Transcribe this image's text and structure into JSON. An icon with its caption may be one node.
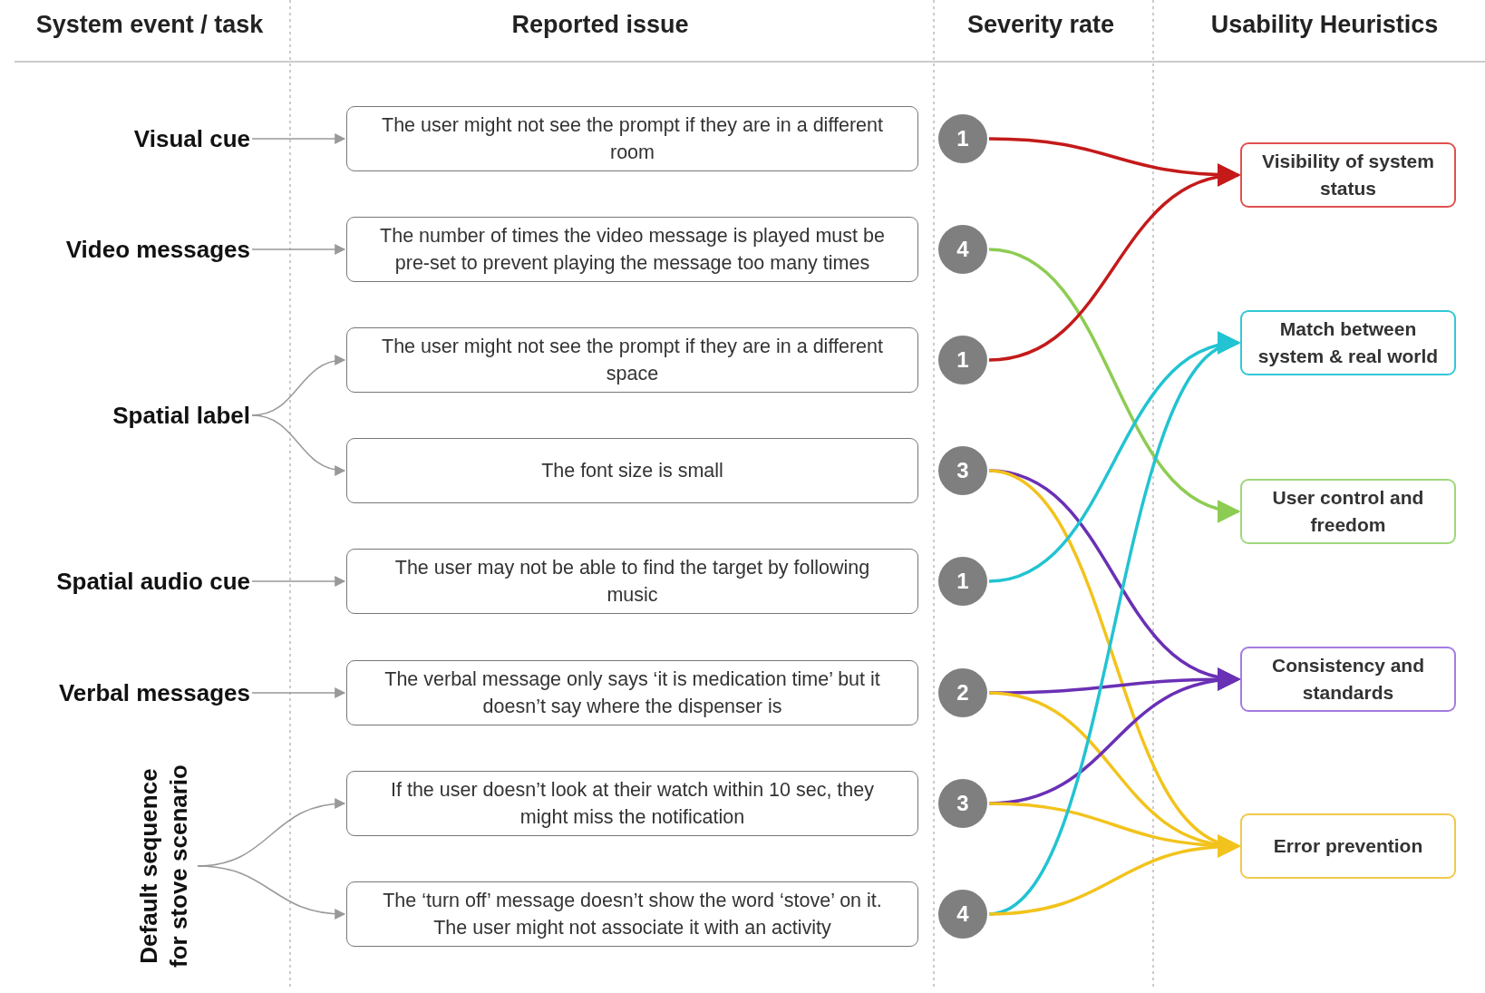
{
  "diagram": {
    "nodes": [
      {
        "text": [
          "Visual cue"
        ]
      },
      {
        "text": [
          "Video messages"
        ]
      },
      {
        "text": [
          "Spatial label"
        ]
      },
      {
        "text": [
          "Spatial audio cue"
        ]
      },
      {
        "text": [
          "Verbal messages"
        ]
      },
      {
        "text": [
          "Default sequence for stove scenario"
        ]
      },
      {
        "text": [
          "The user might not see the prompt if they are in a different room"
        ]
      },
      {
        "text": [
          "The number of times the video message is played must be pre-set to prevent playing the message too many times"
        ]
      },
      {
        "text": [
          "The user might not see the prompt if they are in a different space"
        ]
      },
      {
        "text": [
          "The font size is small"
        ]
      },
      {
        "text": [
          "The user may not be able to find the target by following music"
        ]
      },
      {
        "text": [
          "The verbal message only says ‘it is medication time’ but it doesn’t say where the dispenser is"
        ]
      },
      {
        "text": [
          "If the user doesn’t look at their watch within 10 sec, they might miss the notification"
        ]
      },
      {
        "text": [
          "The ‘turn off’ message doesn’t show the word ‘stove’ on it. The user might not associate it with an activity"
        ]
      },
      {
        "text": [
          "1"
        ]
      },
      {
        "text": [
          "4"
        ]
      },
      {
        "text": [
          "1"
        ]
      },
      {
        "text": [
          "3"
        ]
      },
      {
        "text": [
          "1"
        ]
      },
      {
        "text": [
          "2"
        ]
      },
      {
        "text": [
          "3"
        ]
      },
      {
        "text": [
          "4"
        ]
      },
      {
        "text": [
          "Visibility of system status"
        ]
      },
      {
        "text": [
          "Match between system & real world"
        ]
      },
      {
        "text": [
          "User control and freedom"
        ]
      },
      {
        "text": [
          "Consistency and standards"
        ]
      },
      {
        "text": [
          "Error prevention"
        ]
      }
    ],
    "edges": [
      {
        "from": 0,
        "to": 6,
        "arrow": "to"
      },
      {
        "from": 1,
        "to": 7,
        "arrow": "to"
      },
      {
        "from": 2,
        "to": 8,
        "arrow": "to"
      },
      {
        "from": 2,
        "to": 9,
        "arrow": "to"
      },
      {
        "from": 3,
        "to": 10,
        "arrow": "to"
      },
      {
        "from": 4,
        "to": 11,
        "arrow": "to"
      },
      {
        "from": 5,
        "to": 12,
        "arrow": "to"
      },
      {
        "from": 5,
        "to": 13,
        "arrow": "to"
      },
      {
        "from": 14,
        "to": 22,
        "arrow": "to",
        "color": "#c41a1a"
      },
      {
        "from": 15,
        "to": 24,
        "arrow": "to",
        "color": "#8dcc52"
      },
      {
        "from": 16,
        "to": 22,
        "arrow": "to",
        "color": "#c41a1a"
      },
      {
        "from": 17,
        "to": 25,
        "arrow": "to",
        "color": "#6a30b5"
      },
      {
        "from": 17,
        "to": 26,
        "arrow": "to",
        "color": "#f2c31c"
      },
      {
        "from": 18,
        "to": 23,
        "arrow": "to",
        "color": "#22c3d2"
      },
      {
        "from": 19,
        "to": 25,
        "arrow": "to",
        "color": "#6a30b5"
      },
      {
        "from": 19,
        "to": 26,
        "arrow": "to",
        "color": "#f2c31c"
      },
      {
        "from": 20,
        "to": 25,
        "arrow": "to",
        "color": "#6a30b5"
      },
      {
        "from": 20,
        "to": 26,
        "arrow": "to",
        "color": "#f2c31c"
      },
      {
        "from": 21,
        "to": 23,
        "arrow": "to",
        "color": "#22c3d2"
      },
      {
        "from": 21,
        "to": 26,
        "arrow": "to",
        "color": "#f2c31c"
      }
    ],
    "labels": [
      "System event / task",
      "Reported issue",
      "Severity rate",
      "Usability Heuristics"
    ]
  }
}
